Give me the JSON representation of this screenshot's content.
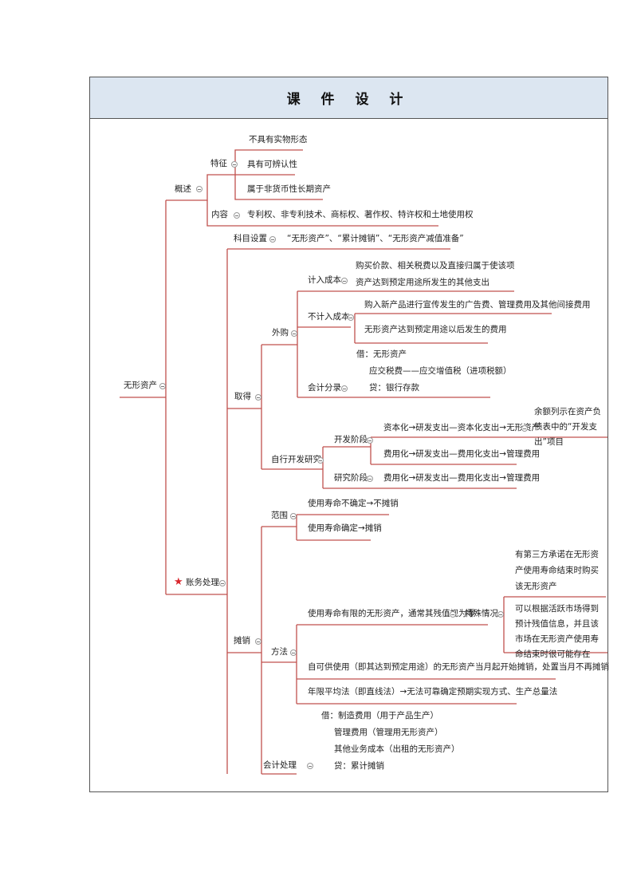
{
  "header": {
    "title": "课 件 设 计"
  },
  "mindmap": {
    "root": "无形资产",
    "overview": {
      "label": "概述",
      "features": {
        "label": "特征",
        "items": [
          "不具有实物形态",
          "具有可辨认性",
          "属于非货币性长期资产"
        ]
      },
      "content": {
        "label": "内容",
        "text": "专利权、非专利技术、商标权、著作权、特许权和土地使用权"
      }
    },
    "accounting": {
      "label": "账务处理",
      "subject": {
        "label": "科目设置",
        "text": "“无形资产”、“累计摊销”、“无形资产减值准备”"
      },
      "acquire": {
        "label": "取得",
        "purchase": {
          "label": "外购",
          "cost_in": {
            "label": "计入成本",
            "text": "购买价款、相关税费以及直接归属于使该项资产达到预定用途所发生的其他支出"
          },
          "cost_out": {
            "label": "不计入成本",
            "items": [
              "购入新产品进行宣传发生的广告费、管理费用及其他间接费用",
              "无形资产达到预定用途以后发生的费用"
            ]
          },
          "entry": {
            "label": "会计分录",
            "lines": [
              "借：无形资产",
              "应交税费——应交增值税（进项税额）",
              "贷：银行存款"
            ]
          }
        },
        "rnd": {
          "label": "自行开发研究",
          "dev": {
            "label": "开发阶段",
            "items": [
              "资本化→研发支出—资本化支出→无形资产",
              "费用化→研发支出—费用化支出→管理费用"
            ],
            "note": "余额列示在资产负债表中的“开发支出”项目"
          },
          "research": {
            "label": "研究阶段",
            "text": "费用化→研发支出—费用化支出→管理费用"
          }
        }
      },
      "amortize": {
        "label": "摊销",
        "scope": {
          "label": "范围",
          "items": [
            "使用寿命不确定→不摊销",
            "使用寿命确定→摊销"
          ]
        },
        "method": {
          "label": "方法",
          "finite": "使用寿命有限的无形资产，通常其残值视为零",
          "special": {
            "label": "特殊情况",
            "items": [
              "有第三方承诺在无形资产使用寿命结束时购买该无形资产",
              "可以根据活跃市场得到预计残值信息，并且该市场在无形资产使用寿命结束时很可能存在"
            ]
          },
          "start": "自可供使用（即其达到预定用途）的无形资产当月起开始摊销，处置当月不再摊销",
          "straight": "年限平均法（即直线法）→无法可靠确定预期实现方式、生产总量法"
        },
        "entry": {
          "label": "会计处理",
          "lines": [
            "借：制造费用（用于产品生产）",
            "管理费用（管理用无形资产）",
            "其他业务成本（出租的无形资产）",
            "贷：累计摊销"
          ]
        }
      }
    }
  },
  "colors": {
    "branch": "#c0504d",
    "header_bg": "#dce6f1",
    "star": "#d9262c"
  }
}
